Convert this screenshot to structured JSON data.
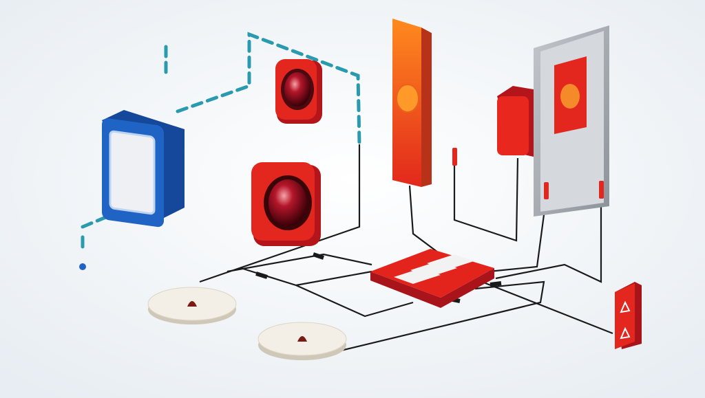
{
  "colors": {
    "background": "#f4f6f8",
    "alarm_red": "#d8201c",
    "panel_orange": "#f4511e",
    "device_blue": "#1f63c4",
    "dashed_line_teal": "#2a9aae",
    "wire": "#1a1a1a",
    "panel_grey": "#9ea4ad",
    "detector_white": "#f3efe6"
  },
  "icons": [
    "blue-wall-device",
    "red-alarm-beacon",
    "orange-alarm-bar",
    "grey-wall-panel",
    "red-siren-box",
    "control-panel",
    "smoke-detector",
    "warning-triangle-box"
  ]
}
